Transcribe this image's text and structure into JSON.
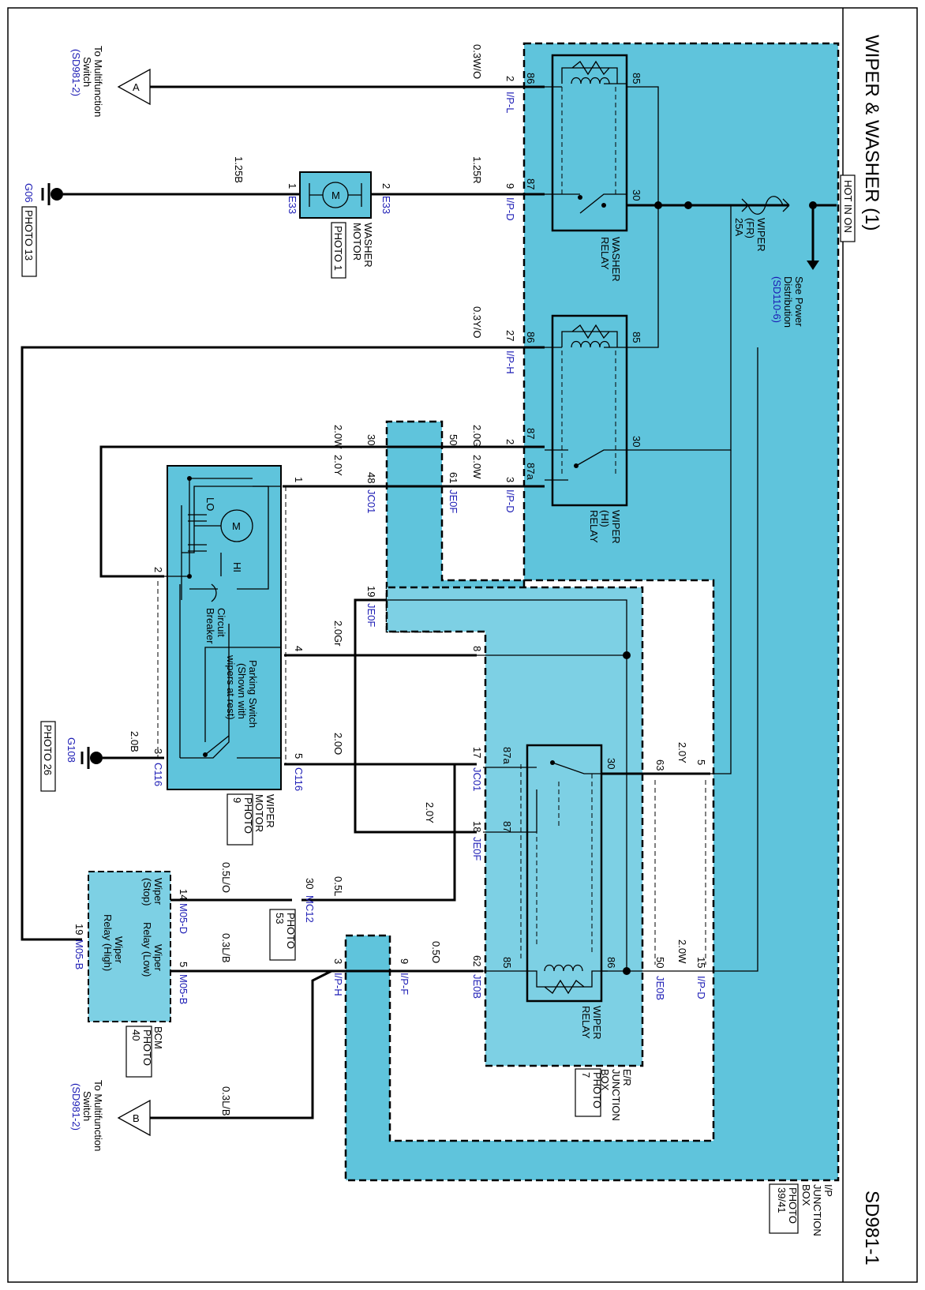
{
  "title": "WIPER & WASHER (1)",
  "page_id": "SD981-1",
  "hot_label": "HOT IN ON",
  "power_ref": {
    "line1": "See Power",
    "line2": "Distribution",
    "ref": "(SD110-6)"
  },
  "fuse": {
    "name": "WIPER",
    "sub": "(FR)",
    "rating": "25A"
  },
  "ip_junction_box": {
    "line1": "I/P",
    "line2": "JUNCTION",
    "line3": "BOX",
    "photo": "PHOTO",
    "photo_no": "39/41"
  },
  "er_junction_box": {
    "line1": "E/R",
    "line2": "JUNCTION",
    "line3": "BOX",
    "photo": "PHOTO",
    "photo_no": "7"
  },
  "washer_relay": {
    "line1": "WASHER",
    "line2": "RELAY",
    "pins": [
      "86",
      "85",
      "87",
      "30"
    ]
  },
  "wiper_hi_relay": {
    "line1": "WIPER",
    "line2": "(HI)",
    "line3": "RELAY",
    "pins": [
      "86",
      "85",
      "87",
      "87a",
      "30"
    ]
  },
  "wiper_relay": {
    "line1": "WIPER",
    "line2": "RELAY",
    "pins": [
      "87a",
      "30",
      "87",
      "85",
      "86"
    ]
  },
  "washer_motor": {
    "line1": "WASHER",
    "line2": "MOTOR",
    "photo": "PHOTO 1",
    "symbol": "M"
  },
  "wiper_motor": {
    "line1": "WIPER",
    "line2": "MOTOR",
    "photo": "PHOTO",
    "photo_no": "9",
    "symbol": "M",
    "lo": "LO",
    "hi": "HI",
    "breaker1": "Circuit",
    "breaker2": "Breaker",
    "park1": "Parking Switch",
    "park2": "(Shown with",
    "park3": "wipers at rest)"
  },
  "bcm": {
    "name": "BCM",
    "photo": "PHOTO",
    "photo_no": "40",
    "stop1": "Wiper",
    "stop2": "(Stop)",
    "low1": "Wiper",
    "low2": "Relay (Low)",
    "high1": "Wiper",
    "high2": "Relay (High)"
  },
  "mc12": {
    "name": "MC12",
    "photo": "PHOTO",
    "photo_no": "53"
  },
  "grounds": {
    "g06": "G06",
    "g06_photo": "PHOTO 13",
    "g108": "G108",
    "g108_photo": "PHOTO 26"
  },
  "conn_a": {
    "letter": "A",
    "line1": "To Multifunction",
    "line2": "Switch",
    "ref": "(SD981-2)"
  },
  "conn_b": {
    "letter": "B",
    "line1": "To Multifunction",
    "line2": "Switch",
    "ref": "(SD981-2)"
  },
  "wires": {
    "w_03wo": "0.3W/O",
    "w_125r": "1.25R",
    "w_125b": "1.25B",
    "w_03yo": "0.3Y/O",
    "w_20w_a": "2.0W",
    "w_20g": "2.0G",
    "w_20y_a": "2.0Y",
    "w_20w_b": "2.0W",
    "w_20gr": "2.0Gr",
    "w_20o": "2.0O",
    "w_20b": "2.0B",
    "w_20y_b": "2.0Y",
    "w_20y_c": "2.0Y",
    "w_20w_c": "2.0W",
    "w_05lo": "0.5L/O",
    "w_05l": "0.5L",
    "w_03lb_a": "0.3L/B",
    "w_05o": "0.5O",
    "w_03lb_b": "0.3L/B"
  },
  "connectors": {
    "ipl": "I/P-L",
    "ipd": "I/P-D",
    "iph": "I/P-H",
    "ipf": "I/P-F",
    "e33": "E33",
    "jc01": "JC01",
    "je0f": "JE0F",
    "je0b": "JE0B",
    "c116": "C116",
    "mc12": "MC12",
    "m05d": "M05-D",
    "m05b": "M05-B"
  },
  "pins": {
    "p2": "2",
    "p9": "9",
    "p1": "1",
    "p27": "27",
    "p30": "30",
    "p50": "50",
    "p61": "61",
    "p3": "3",
    "p48": "48",
    "p19": "19",
    "p4": "4",
    "p8": "8",
    "p5": "5",
    "p17": "17",
    "p18": "18",
    "p63": "63",
    "p15": "15",
    "p62": "62",
    "p14": "14"
  }
}
